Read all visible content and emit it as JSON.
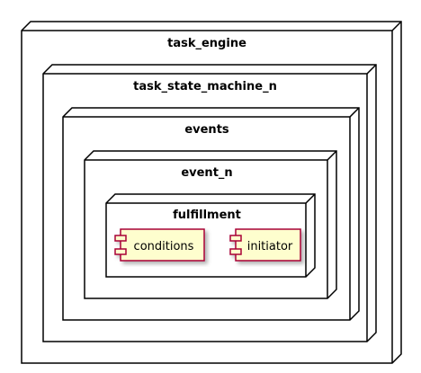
{
  "nodes": {
    "task_engine": {
      "title": "task_engine"
    },
    "task_state_machine_n": {
      "title": "task_state_machine_n"
    },
    "events": {
      "title": "events"
    },
    "event_n": {
      "title": "event_n"
    },
    "fulfillment": {
      "title": "fulfillment"
    }
  },
  "components": {
    "conditions": {
      "label": "conditions"
    },
    "initiator": {
      "label": "initiator"
    }
  },
  "colors": {
    "node_border": "#000000",
    "node_fill": "#ffffff",
    "component_fill": "#fefece",
    "component_border": "#a80036"
  }
}
